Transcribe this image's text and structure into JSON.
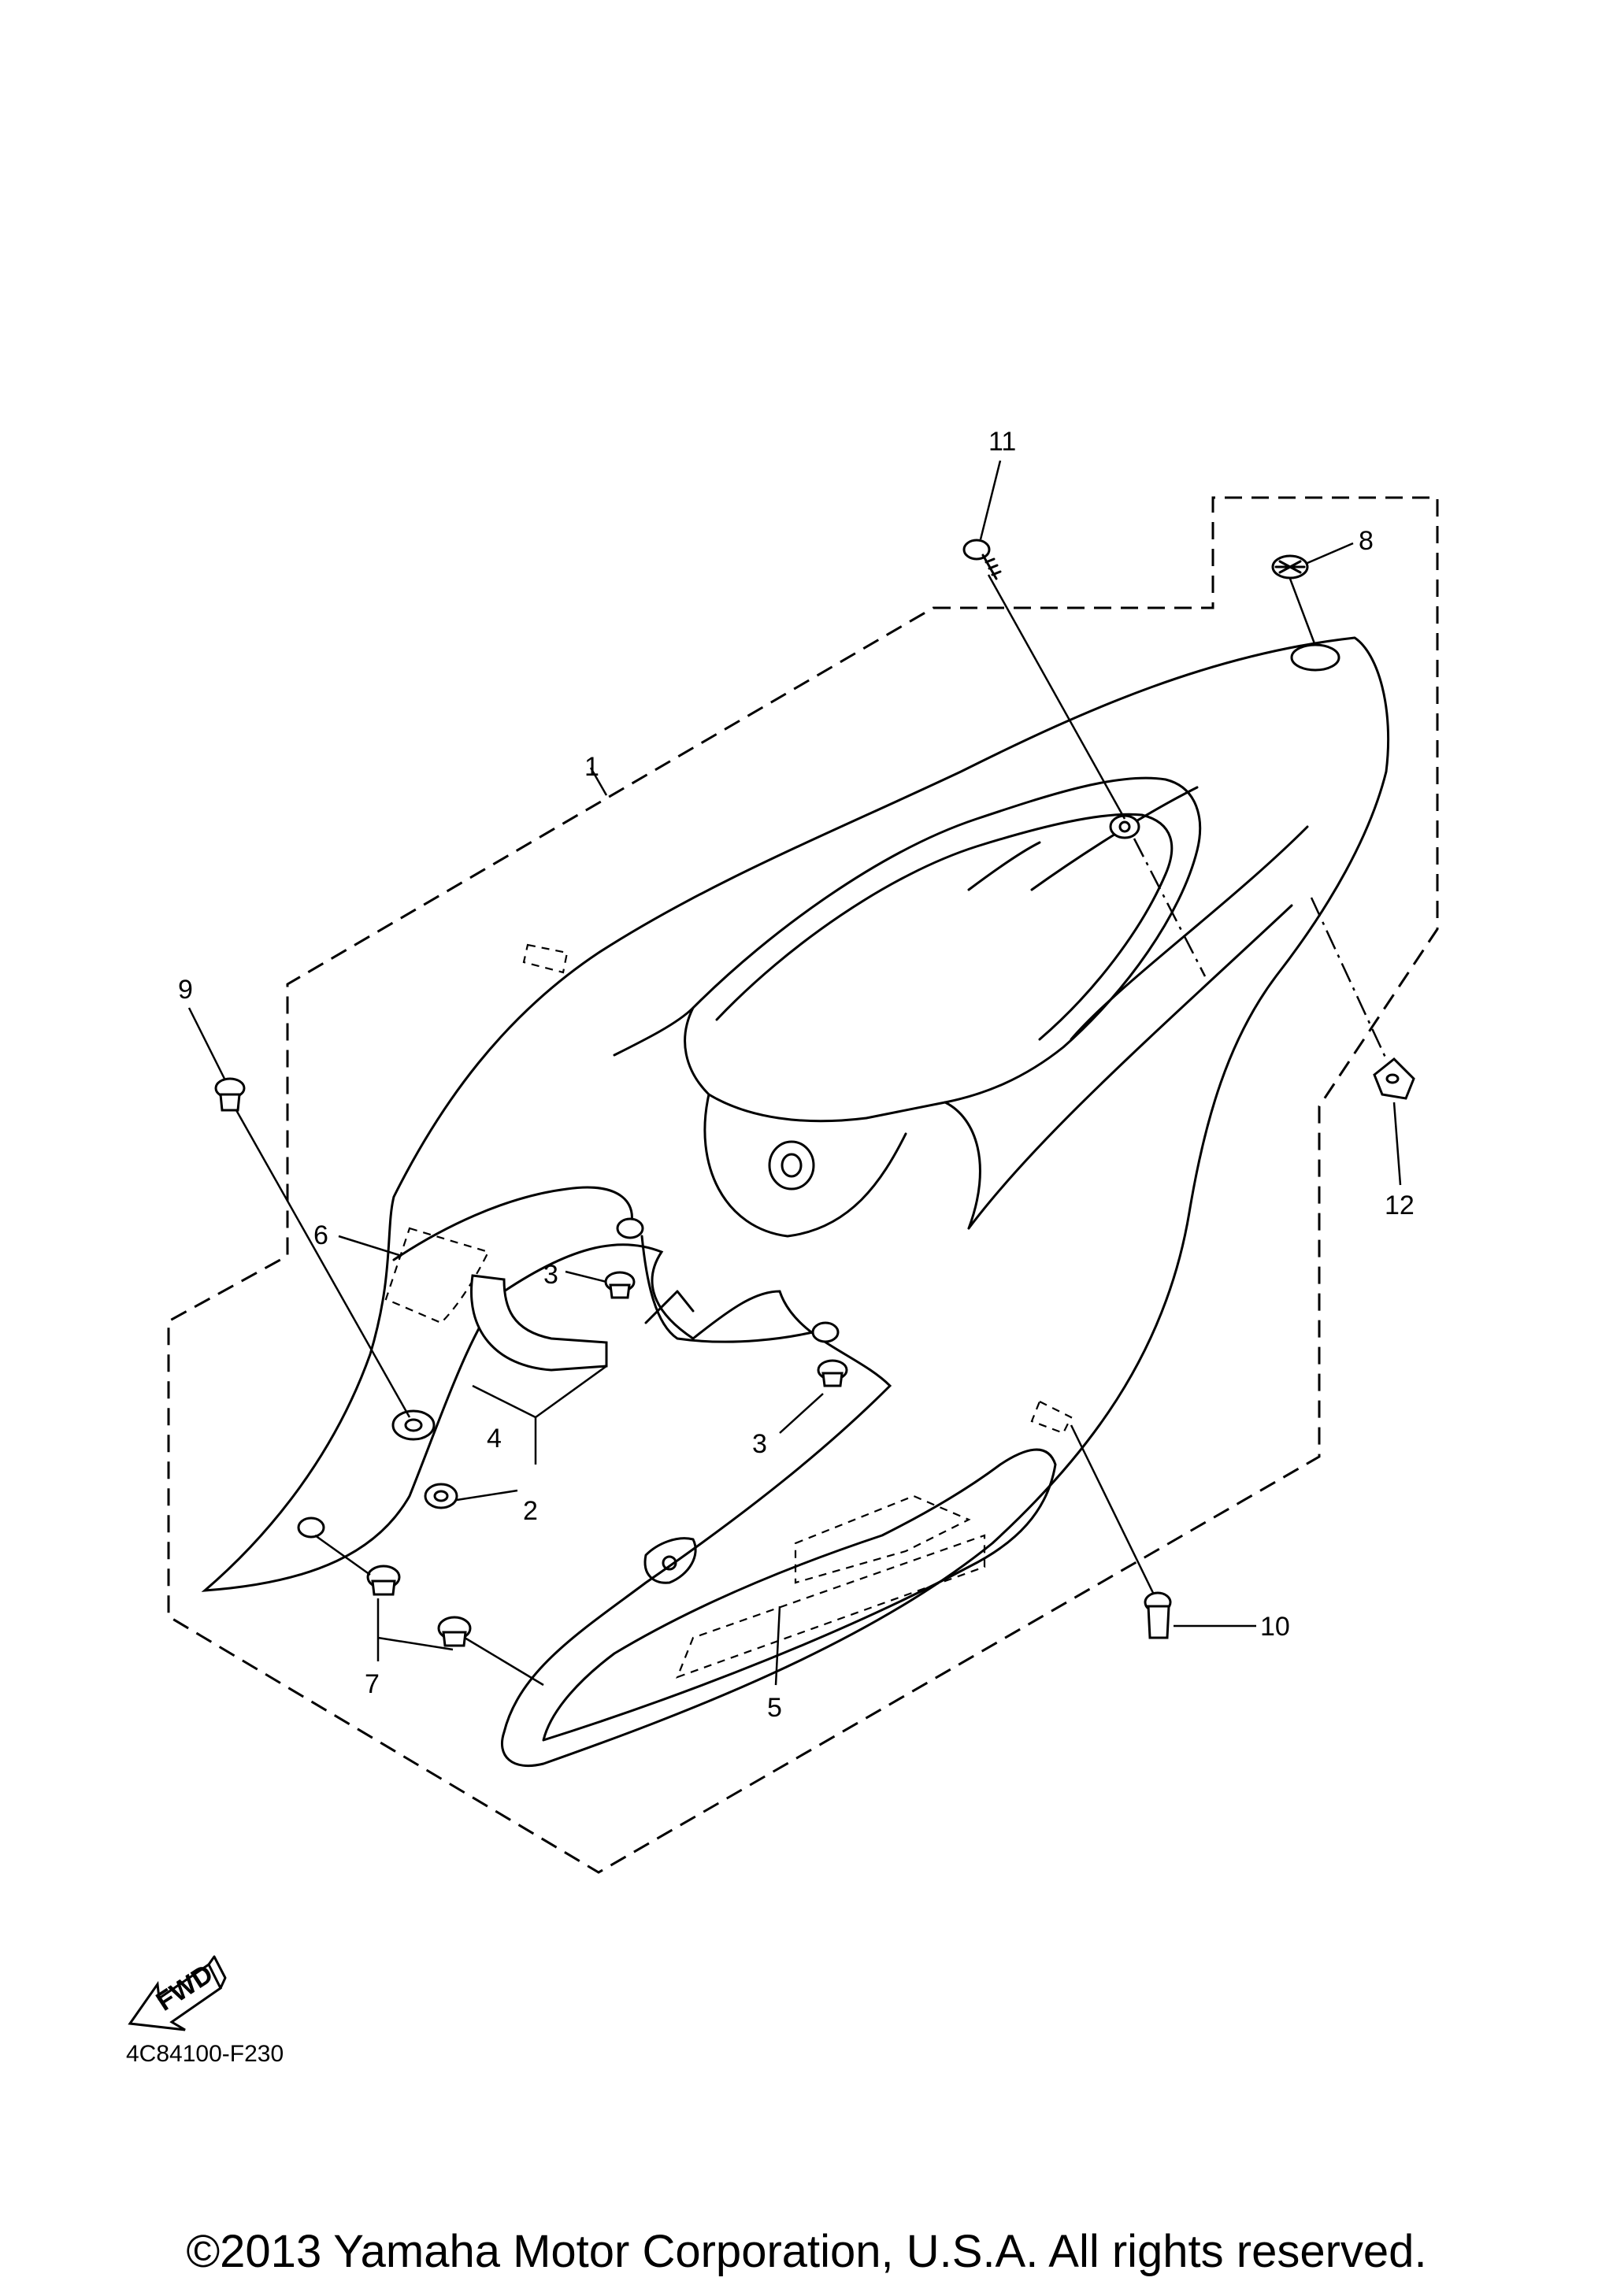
{
  "diagram": {
    "callouts": {
      "c1": "1",
      "c2": "2",
      "c3a": "3",
      "c3b": "3",
      "c4": "4",
      "c5": "5",
      "c6": "6",
      "c7": "7",
      "c8": "8",
      "c9": "9",
      "c10": "10",
      "c11": "11",
      "c12": "12"
    },
    "fwd_label": "FWD",
    "reference_code": "4C84100-F230",
    "copyright": "©2013 Yamaha Motor Corporation, U.S.A. All rights reserved."
  }
}
